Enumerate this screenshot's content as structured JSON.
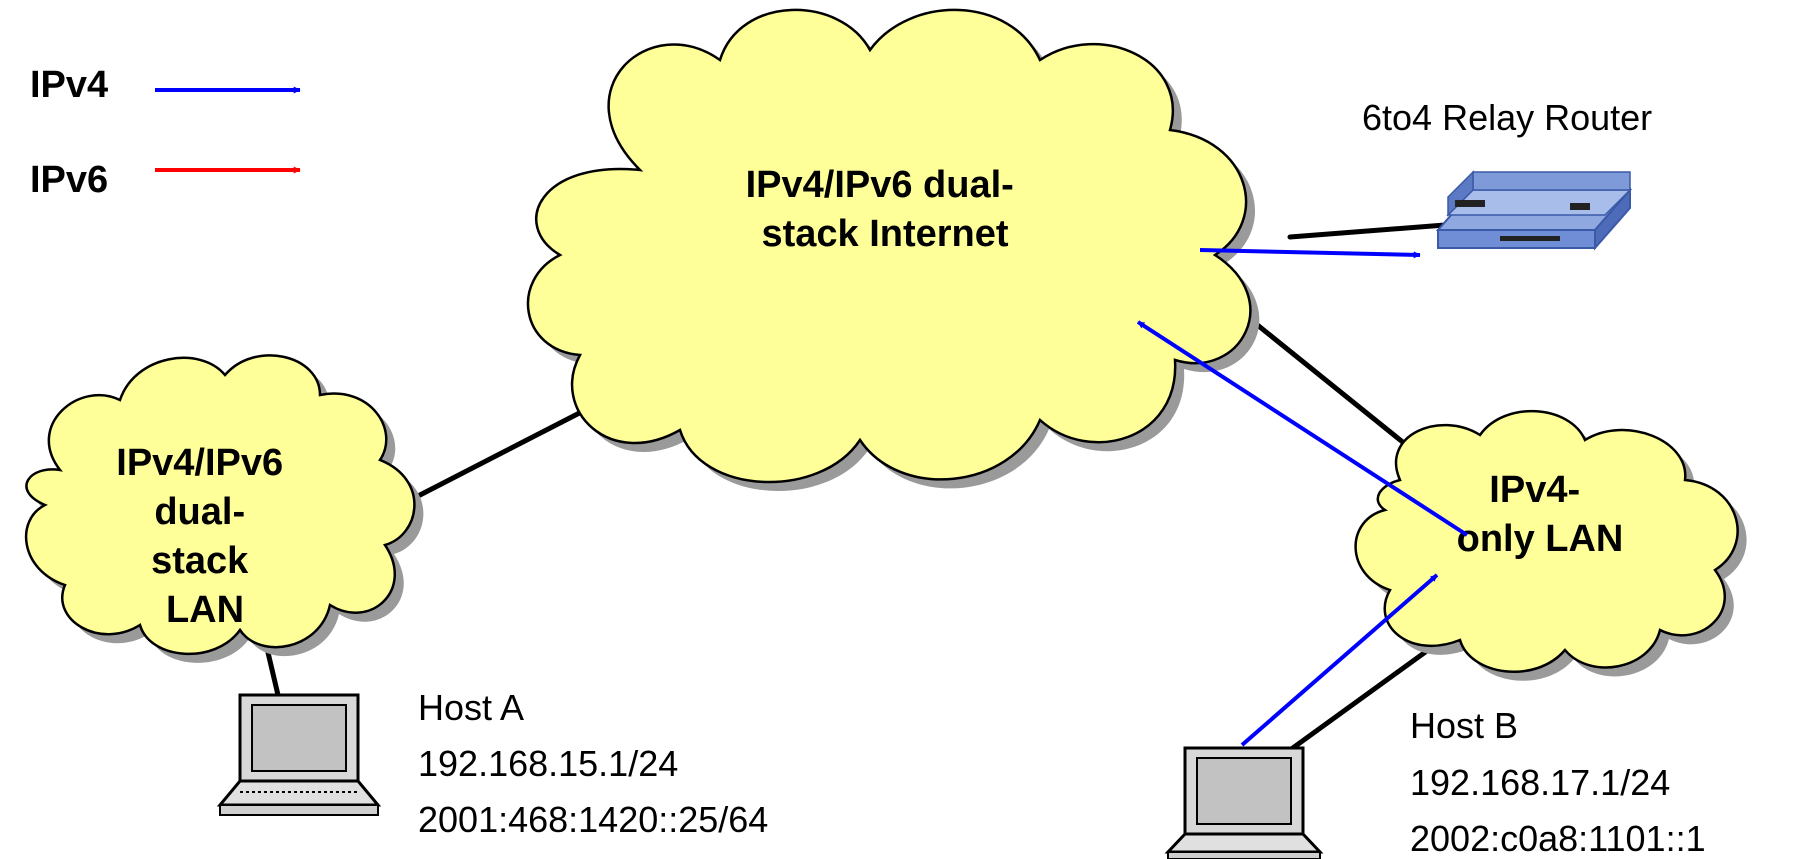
{
  "legend": {
    "items": [
      {
        "label": "IPv4",
        "color": "#0000ff"
      },
      {
        "label": "IPv6",
        "color": "#ff0000"
      }
    ]
  },
  "clouds": {
    "internet": {
      "lines": [
        "IPv4/IPv6 dual-",
        "stack Internet"
      ]
    },
    "dual_lan": {
      "lines": [
        "IPv4/IPv6",
        "dual-",
        "stack",
        "LAN"
      ]
    },
    "v4_lan": {
      "lines": [
        "IPv4-",
        "only LAN"
      ]
    }
  },
  "relay": {
    "label": "6to4 Relay Router"
  },
  "host_a": {
    "lines": [
      "Host A",
      "192.168.15.1/24",
      "2001:468:1420::25/64"
    ]
  },
  "host_b": {
    "lines": [
      "Host B",
      "192.168.17.1/24",
      "2002:c0a8:1101::1"
    ]
  },
  "colors": {
    "cloud_fill": "#ffff99",
    "ipv4": "#0000ff",
    "ipv6": "#ff0000"
  }
}
